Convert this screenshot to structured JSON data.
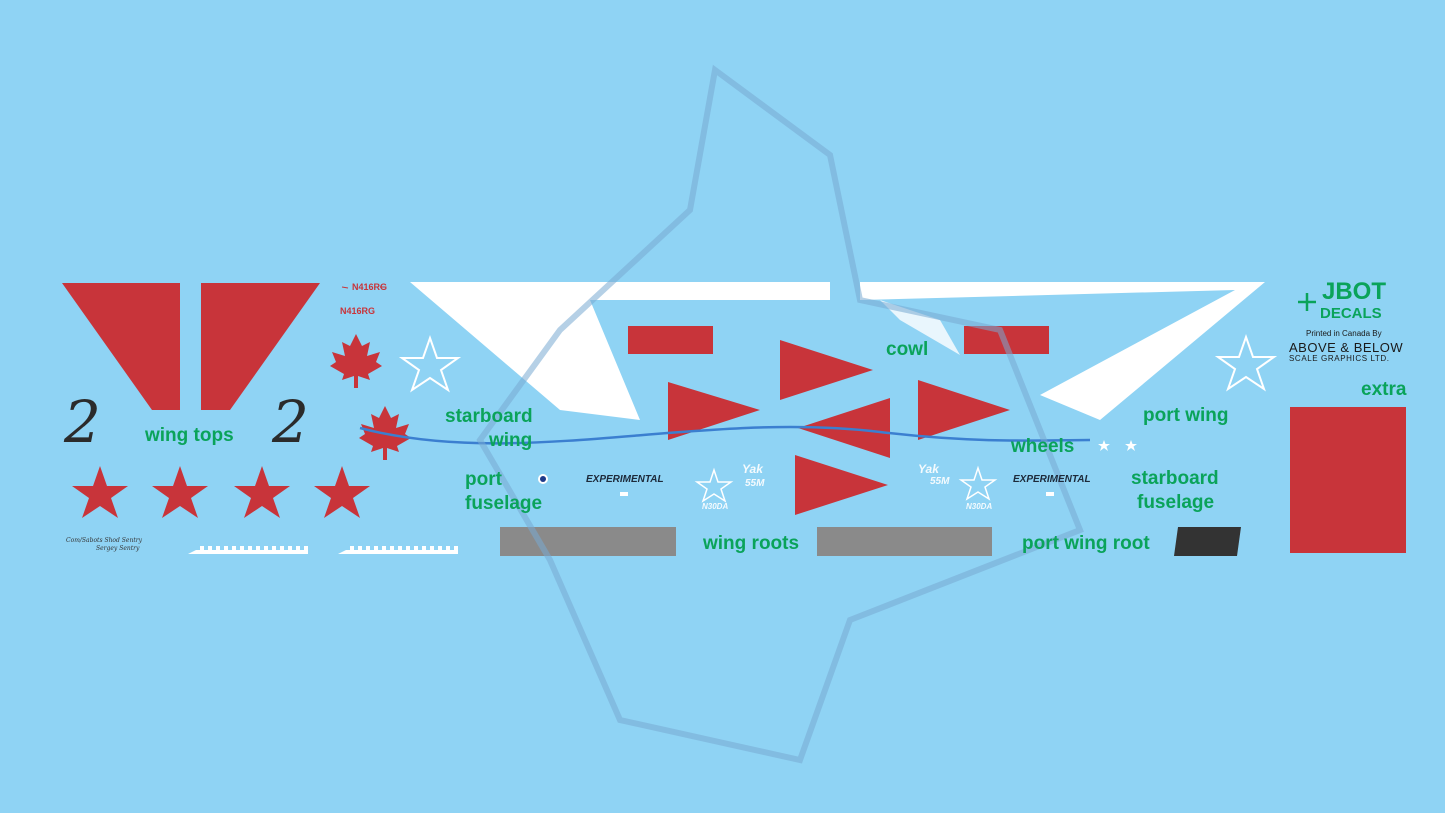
{
  "labels": {
    "wing_tops": "wing tops",
    "cowl": "cowl",
    "starboard_wing_1": "starboard",
    "starboard_wing_2": "wing",
    "port_wing": "port wing",
    "wheels": "wheels",
    "port_fuselage_1": "port",
    "port_fuselage_2": "fuselage",
    "starboard_fuselage_1": "starboard",
    "starboard_fuselage_2": "fuselage",
    "wing_roots": "wing roots",
    "port_wing_root": "port wing root",
    "extra": "extra"
  },
  "markings": {
    "numeral_left": "2",
    "numeral_right": "2",
    "reg_1": "N416RG",
    "reg_2": "N416RG",
    "experimental_1": "EXPERIMENTAL",
    "experimental_2": "EXPERIMENTAL",
    "yak_1": "Yak",
    "model_1": "55M",
    "yak_2": "Yak",
    "model_2": "55M",
    "tail_1": "N30DA",
    "tail_2": "N30DA",
    "script_1": "Com/Sabots Shod Sentry",
    "script_2": "Sergey Sentry"
  },
  "maker": {
    "brand_1": "JBOT",
    "brand_2": "DECALS",
    "printed": "Printed in Canada By",
    "company_1": "ABOVE & BELOW",
    "company_2": "SCALE GRAPHICS LTD."
  },
  "colors": {
    "background": "#8fd3f4",
    "decal_red": "#c8343a",
    "label_green": "#0aa35a",
    "root_gray": "#8a8a8a",
    "root_dark": "#333333"
  }
}
